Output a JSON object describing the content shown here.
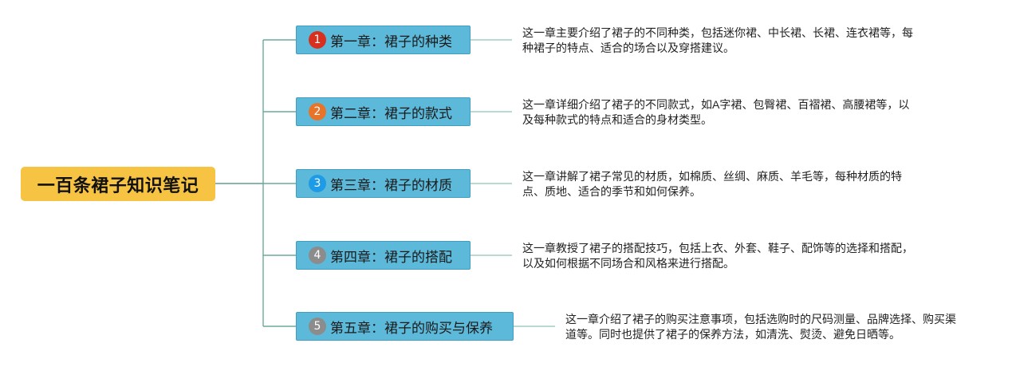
{
  "theme": {
    "root_fill": "#F6C343",
    "topic_fill": "#5CB9D9"
  },
  "root": {
    "title": "一百条裙子知识笔记"
  },
  "chapters": [
    {
      "badge": "1",
      "badge_color": "#D7301F",
      "title": "第一章：裙子的种类",
      "description": [
        "这一章主要介绍了裙子的不同种类，包括迷你裙、中长裙、长裙、连衣裙等，每",
        "种裙子的特点、适合的场合以及穿搭建议。"
      ]
    },
    {
      "badge": "2",
      "badge_color": "#E8742A",
      "title": "第二章：裙子的款式",
      "description": [
        "这一章详细介绍了裙子的不同款式，如A字裙、包臀裙、百褶裙、高腰裙等，以",
        "及每种款式的特点和适合的身材类型。"
      ]
    },
    {
      "badge": "3",
      "badge_color": "#1E9BE6",
      "title": "第三章：裙子的材质",
      "description": [
        "这一章讲解了裙子常见的材质，如棉质、丝绸、麻质、羊毛等，每种材质的特",
        "点、质地、适合的季节和如何保养。"
      ]
    },
    {
      "badge": "4",
      "badge_color": "#8C8C8C",
      "title": "第四章：裙子的搭配",
      "description": [
        "这一章教授了裙子的搭配技巧，包括上衣、外套、鞋子、配饰等的选择和搭配，",
        "以及如何根据不同场合和风格来进行搭配。"
      ]
    },
    {
      "badge": "5",
      "badge_color": "#8C8C8C",
      "title": "第五章：裙子的购买与保养",
      "description": [
        "这一章介绍了裙子的购买注意事项，包括选购时的尺码测量、品牌选择、购买渠",
        "道等。同时也提供了裙子的保养方法，如清洗、熨烫、避免日晒等。"
      ]
    }
  ]
}
